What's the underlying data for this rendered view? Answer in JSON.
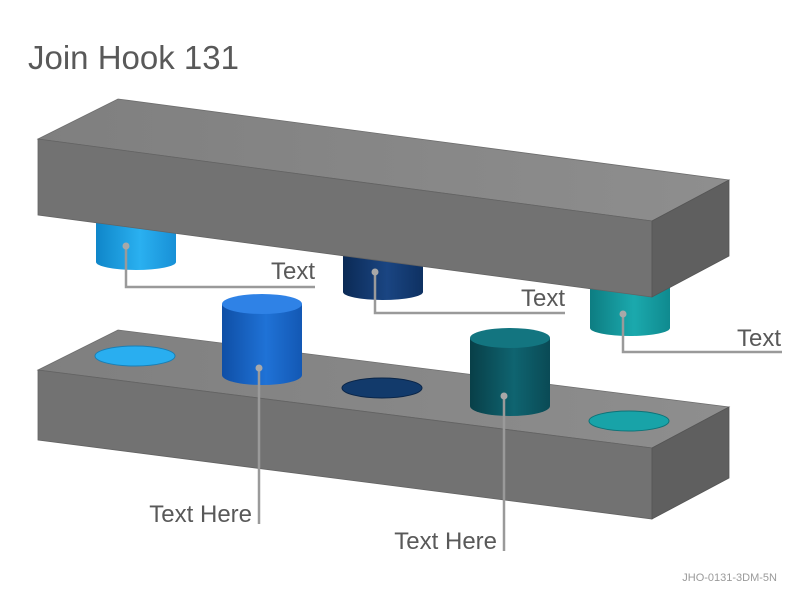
{
  "title": "Join Hook 131",
  "code": "JHO-0131-3DM-5N",
  "labels": {
    "top_left": "Text",
    "top_middle": "Text",
    "top_right": "Text",
    "bottom_left": "Text Here",
    "bottom_right": "Text Here"
  },
  "colors": {
    "slab_top": "#8c8c8c",
    "slab_front": "#757575",
    "slab_side": "#5e5e5e",
    "peg_light_blue": "#22a3e6",
    "peg_navy": "#123a6b",
    "peg_teal": "#138f94",
    "peg_royal_blue": "#1763c4",
    "peg_dark_teal": "#0b5560",
    "leader_line": "#9a9a9a"
  }
}
